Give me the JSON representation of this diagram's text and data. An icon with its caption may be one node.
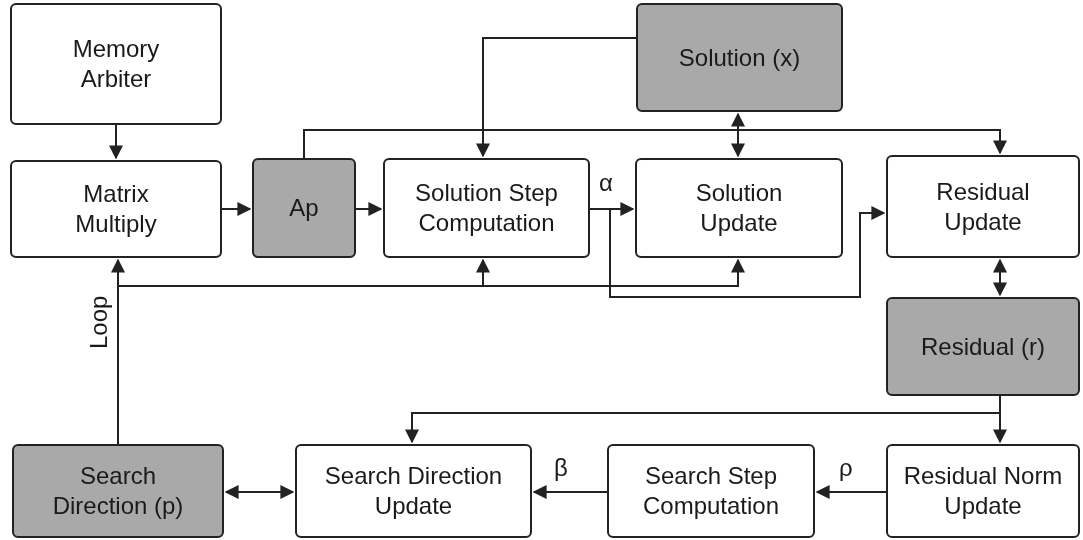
{
  "diagram": {
    "nodes": [
      {
        "text": [
          "Memory Arbiter"
        ]
      },
      {
        "text": [
          "Solution (x)"
        ]
      },
      {
        "text": [
          "Matrix Multiply"
        ]
      },
      {
        "text": [
          "Ap"
        ]
      },
      {
        "text": [
          "Solution Step Computation"
        ]
      },
      {
        "text": [
          "Solution Update"
        ]
      },
      {
        "text": [
          "Residual Update"
        ]
      },
      {
        "text": [
          "Residual (r)"
        ]
      },
      {
        "text": [
          "Search Direction (p)"
        ]
      },
      {
        "text": [
          "Search Direction Update"
        ]
      },
      {
        "text": [
          "Search Step Computation"
        ]
      },
      {
        "text": [
          "Residual Norm Update"
        ]
      }
    ],
    "edges": [
      {
        "from": 0,
        "to": 2,
        "arrow": "to"
      },
      {
        "from": 1,
        "to": 4,
        "arrow": "to"
      },
      {
        "from": 1,
        "to": 5,
        "arrow": "both"
      },
      {
        "from": 3,
        "to": 6,
        "arrow": "to"
      },
      {
        "from": 2,
        "to": 3,
        "arrow": "to"
      },
      {
        "from": 3,
        "to": 4,
        "arrow": "to"
      },
      {
        "from": 4,
        "to": 5,
        "arrow": "to",
        "label": "α"
      },
      {
        "from": 4,
        "to": 6,
        "arrow": "to"
      },
      {
        "from": 6,
        "to": 7,
        "arrow": "both"
      },
      {
        "from": 8,
        "to": 2,
        "arrow": "to",
        "label": "Loop"
      },
      {
        "from": 8,
        "to": 4,
        "arrow": "to"
      },
      {
        "from": 8,
        "to": 5,
        "arrow": "to"
      },
      {
        "from": 7,
        "to": 11,
        "arrow": "to"
      },
      {
        "from": 7,
        "to": 9,
        "arrow": "to"
      },
      {
        "from": 11,
        "to": 10,
        "arrow": "to",
        "label": "ρ"
      },
      {
        "from": 10,
        "to": 9,
        "arrow": "to",
        "label": "β"
      },
      {
        "from": 9,
        "to": 8,
        "arrow": "both"
      }
    ]
  }
}
